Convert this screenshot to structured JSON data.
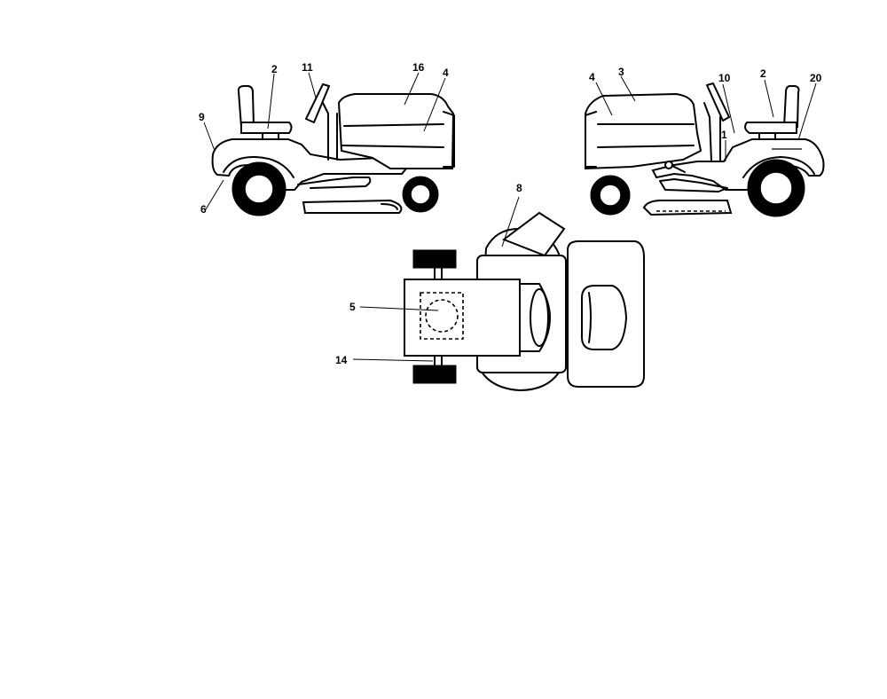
{
  "diagram": {
    "left_view": {
      "callouts": {
        "c2": "2",
        "c11": "11",
        "c16": "16",
        "c4": "4",
        "c9": "9",
        "c6": "6"
      }
    },
    "right_view": {
      "callouts": {
        "c4": "4",
        "c3": "3",
        "c10": "10",
        "c2": "2",
        "c20": "20",
        "c1": "1"
      }
    },
    "top_view": {
      "callouts": {
        "c8": "8",
        "c5": "5",
        "c14": "14"
      }
    }
  }
}
